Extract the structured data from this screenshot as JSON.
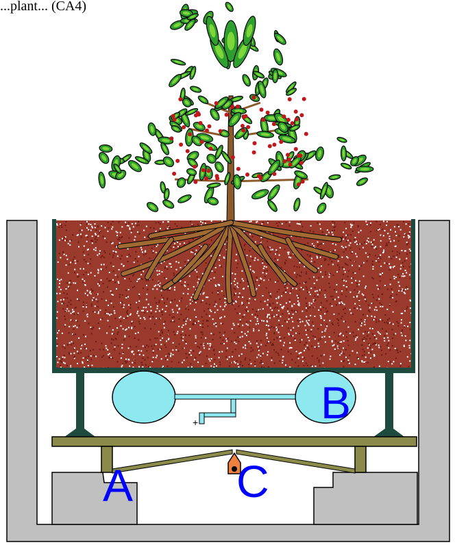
{
  "caption": "       ...plant... (CA4)",
  "labels": {
    "A": "A",
    "B": "B",
    "C": "C"
  },
  "colors": {
    "frame": "#c0c0c0",
    "outline": "#000000",
    "container": "#1f4a40",
    "soil": "#8b2a22",
    "root": "#8b5a2b",
    "trunk": "#8b5a2b",
    "leaf": "#2e9e2e",
    "leaf_light": "#7fd63a",
    "berry": "#c0181c",
    "balloon": "#8ee8f0",
    "platform": "#8a8a4a",
    "pivot": "#f08040",
    "label": "#0000ff"
  }
}
